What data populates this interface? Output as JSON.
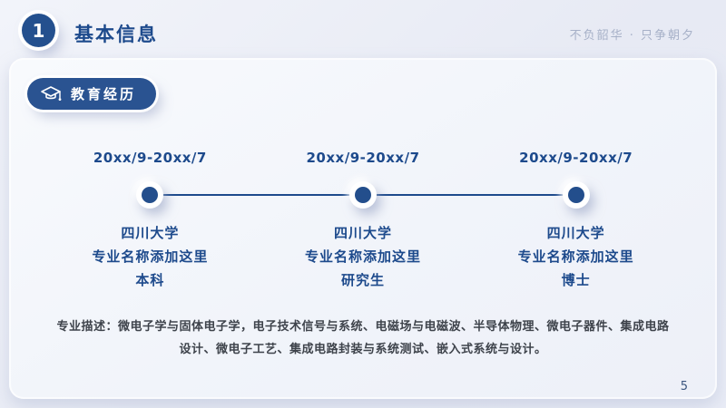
{
  "page_number": "5",
  "header": {
    "number": "1",
    "title": "基本信息",
    "motto": "不负韶华 · 只争朝夕"
  },
  "section_badge": {
    "label": "教育经历",
    "icon": "graduation-cap-icon"
  },
  "timeline": {
    "items": [
      {
        "date": "20xx/9-20xx/7",
        "school": "四川大学",
        "major": "专业名称添加这里",
        "degree": "本科"
      },
      {
        "date": "20xx/9-20xx/7",
        "school": "四川大学",
        "major": "专业名称添加这里",
        "degree": "研究生"
      },
      {
        "date": "20xx/9-20xx/7",
        "school": "四川大学",
        "major": "专业名称添加这里",
        "degree": "博士"
      }
    ]
  },
  "description": "专业描述：微电子学与固体电子学，电子技术信号与系统、电磁场与电磁波、半导体物理、微电子器件、集成电路设计、微电子工艺、集成电路封装与系统测试、嵌入式系统与设计。",
  "colors": {
    "primary_blue": "#234e8c",
    "badge_blue": "#2a5391",
    "background": "#e7eaf4",
    "panel": "#f3f5fb",
    "muted_text": "#a7b1c8",
    "body_text": "#3e434b"
  }
}
